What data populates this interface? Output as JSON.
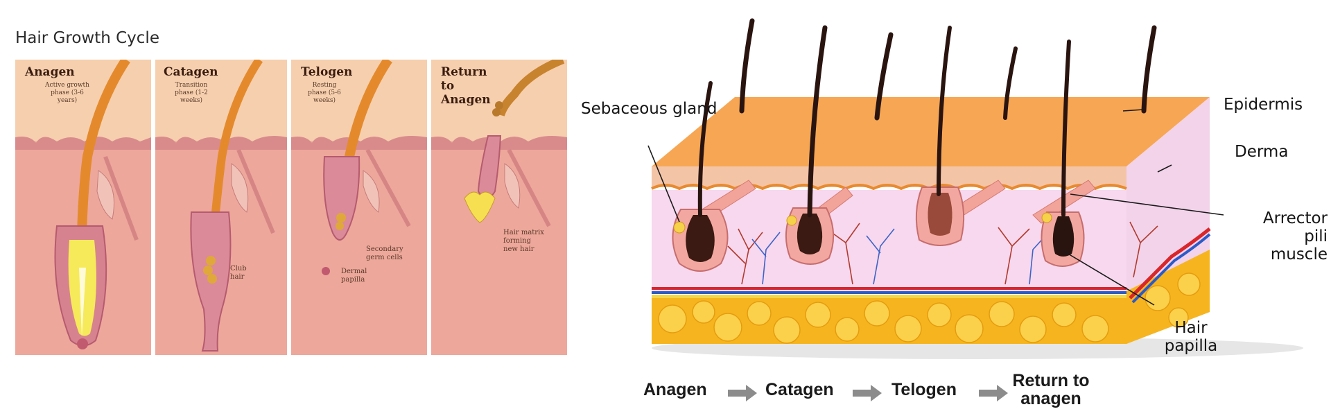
{
  "left": {
    "title": "Hair Growth Cycle",
    "panels": [
      {
        "title": "Anagen",
        "subtitle": "Active growth phase (3-6 years)",
        "notes": []
      },
      {
        "title": "Catagen",
        "subtitle": "Transition phase (1-2 weeks)",
        "notes": [
          "Club hair"
        ]
      },
      {
        "title": "Telogen",
        "subtitle": "Resting phase (5-6 weeks)",
        "notes": [
          "Secondary germ cells",
          "Dermal papilla"
        ]
      },
      {
        "title": "Return to Anagen",
        "subtitle": "",
        "notes": [
          "Hair matrix forming new hair"
        ]
      }
    ]
  },
  "right": {
    "labels": {
      "sebaceous": "Sebaceous gland",
      "epidermis": "Epidermis",
      "derma": "Derma",
      "arrector": "Arrector pili muscle",
      "papilla": "Hair papilla"
    },
    "flow": [
      "Anagen",
      "Catagen",
      "Telogen",
      "Return to anagen"
    ]
  },
  "colors": {
    "panel_bg": "#f5c8a6",
    "skin": "#e9a39a",
    "hair": "#e08a2e",
    "epidermis_top": "#f7a653",
    "derma": "#f5d5ec",
    "fat": "#f7b718",
    "arrow": "#8c8c8c"
  }
}
